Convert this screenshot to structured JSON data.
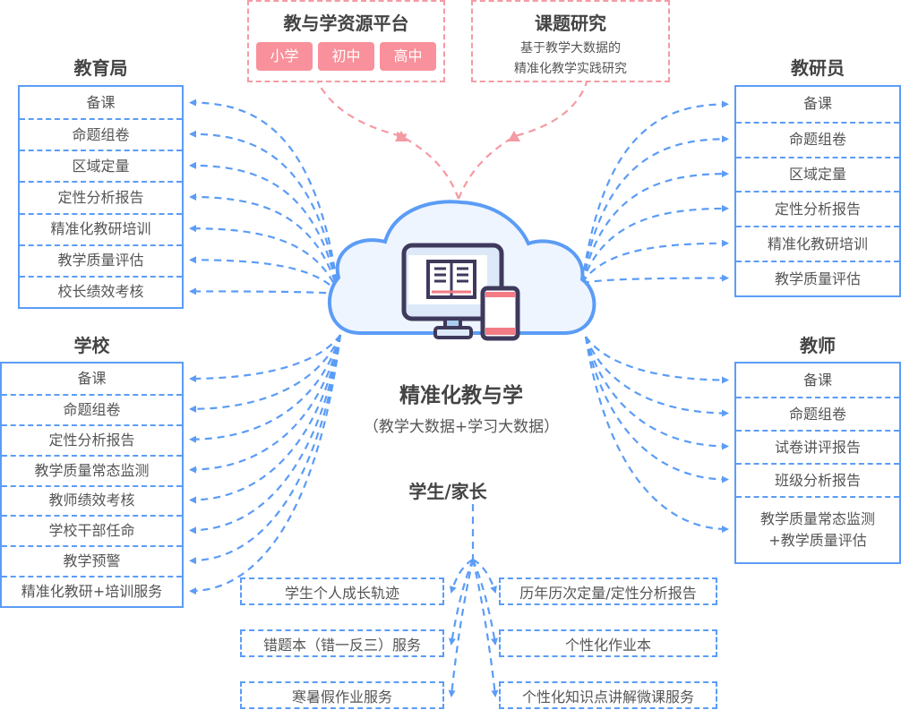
{
  "colors": {
    "blue": "#5b9cf6",
    "pink": "#f49aa3",
    "chip": "#f8919b",
    "cloud_fill": "#eef5ff",
    "icon_dark": "#3f3a5c"
  },
  "center": {
    "title": "精准化教与学",
    "subtitle": "（教学大数据+学习大数据）",
    "icon": "computer-and-phone-icon"
  },
  "top_left": {
    "title": "教与学资源平台",
    "chips": [
      "小学",
      "初中",
      "高中"
    ]
  },
  "top_right": {
    "title": "课题研究",
    "lines": [
      "基于教学大数据的",
      "精准化教学实践研究"
    ]
  },
  "bureau": {
    "title": "教育局",
    "items": [
      "备课",
      "命题组卷",
      "区域定量",
      "定性分析报告",
      "精准化教研培训",
      "教学质量评估",
      "校长绩效考核"
    ]
  },
  "school": {
    "title": "学校",
    "items": [
      "备课",
      "命题组卷",
      "定性分析报告",
      "教学质量常态监测",
      "教师绩效考核",
      "学校干部任命",
      "教学预警",
      "精准化教研+培训服务"
    ]
  },
  "researcher": {
    "title": "教研员",
    "items": [
      "备课",
      "命题组卷",
      "区域定量",
      "定性分析报告",
      "精准化教研培训",
      "教学质量评估"
    ]
  },
  "teacher": {
    "title": "教师",
    "items": [
      "备课",
      "命题组卷",
      "试卷讲评报告",
      "班级分析报告",
      "教学质量常态监测",
      "+教学质量评估"
    ]
  },
  "student": {
    "title": "学生/家长",
    "left": [
      "学生个人成长轨迹",
      "错题本（错一反三）服务",
      "寒暑假作业服务"
    ],
    "right": [
      "历年历次定量/定性分析报告",
      "个性化作业本",
      "个性化知识点讲解微课服务"
    ]
  }
}
